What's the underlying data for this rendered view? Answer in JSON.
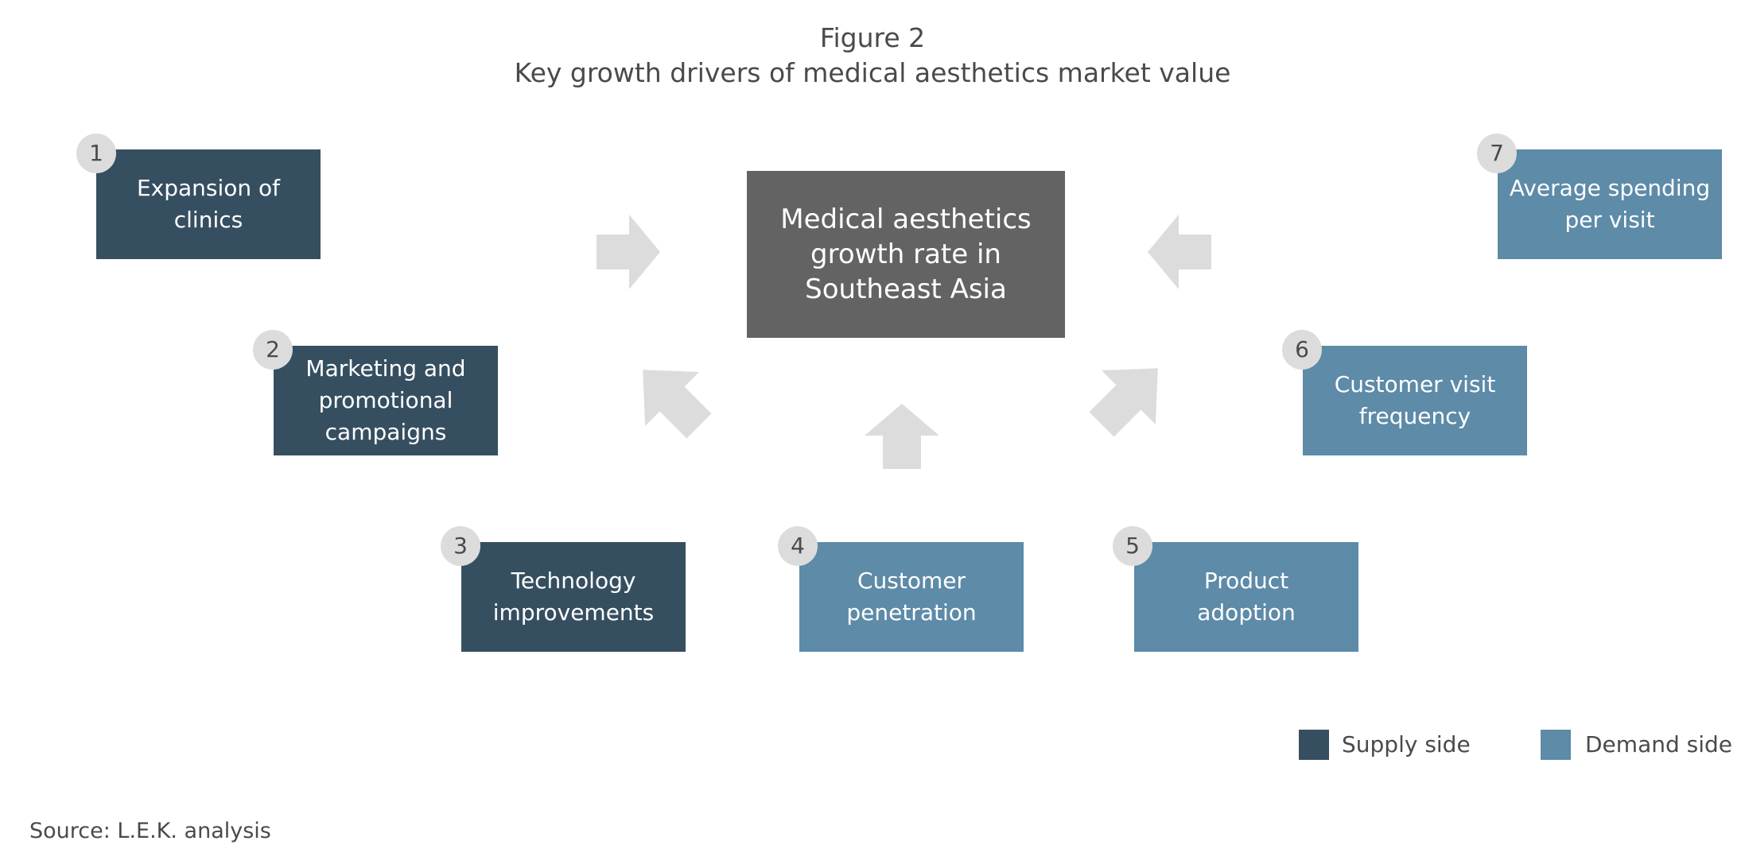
{
  "figure": {
    "label": "Figure 2",
    "title": "Key growth drivers of medical aesthetics market value"
  },
  "center": {
    "text": "Medical aesthetics\ngrowth rate in\nSoutheast Asia"
  },
  "drivers": [
    {
      "number": "1",
      "label": "Expansion of\nclinics",
      "side": "supply"
    },
    {
      "number": "2",
      "label": "Marketing and\npromotional\ncampaigns",
      "side": "supply"
    },
    {
      "number": "3",
      "label": "Technology\nimprovements",
      "side": "supply"
    },
    {
      "number": "4",
      "label": "Customer\npenetration",
      "side": "demand"
    },
    {
      "number": "5",
      "label": "Product\nadoption",
      "side": "demand"
    },
    {
      "number": "6",
      "label": "Customer visit\nfrequency",
      "side": "demand"
    },
    {
      "number": "7",
      "label": "Average spending\nper visit",
      "side": "demand"
    }
  ],
  "legend": {
    "supply_label": "Supply side",
    "demand_label": "Demand side"
  },
  "colors": {
    "supply": "#364f60",
    "demand": "#5d8ba8",
    "center": "#636363",
    "arrow": "#dcdcdc",
    "badge": "#dcdcdc"
  },
  "source": "Source: L.E.K. analysis"
}
